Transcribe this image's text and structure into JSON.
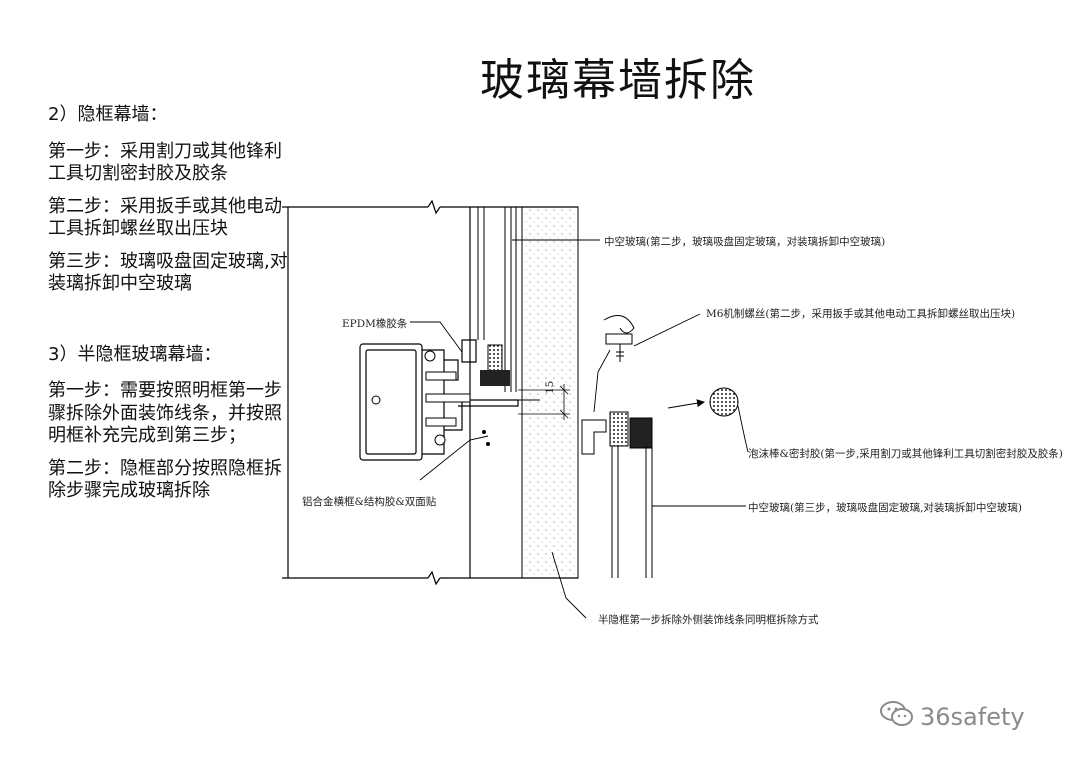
{
  "title": "玻璃幕墙拆除",
  "hidden_frame": {
    "heading": "2）隐框幕墙：",
    "steps": [
      "第一步：采用割刀或其他锋利工具切割密封胶及胶条",
      "第二步：采用扳手或其他电动工具拆卸螺丝取出压块",
      "第三步：玻璃吸盘固定玻璃,对装璃拆卸中空玻璃"
    ]
  },
  "semi_hidden_frame": {
    "heading": "3）半隐框玻璃幕墙：",
    "steps": [
      "第一步：需要按照明框第一步骤拆除外面装饰线条，并按照明框补充完成到第三步；",
      "第二步：隐框部分按照隐框拆除步骤完成玻璃拆除"
    ]
  },
  "diagram": {
    "labels": {
      "glass_top": "中空玻璃(第二步，玻璃吸盘固定玻璃，对装璃拆卸中空玻璃)",
      "screw": "M6机制螺丝(第二步，采用扳手或其他电动工具拆卸螺丝取出压块)",
      "epdm": "EPDM橡胶条",
      "foam": "泡沫棒&密封胶(第一步,采用割刀或其他锋利工具切割密封胶及胶条)",
      "glass_bottom": "中空玻璃(第三步，玻璃吸盘固定玻璃,对装璃拆卸中空玻璃)",
      "aluminum": "铝合金横框&结构胶&双面贴",
      "semi": "半隐框第一步拆除外侧装饰线条同明框拆除方式",
      "dim": "15"
    }
  },
  "watermark": {
    "icon": "wechat-icon",
    "text": "36safety"
  }
}
